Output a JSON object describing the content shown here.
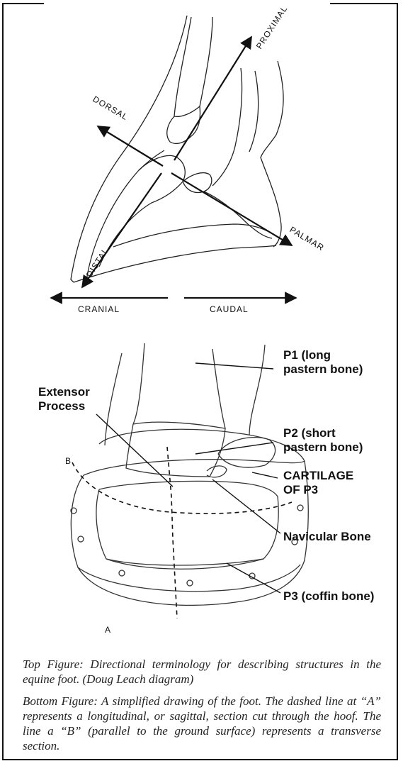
{
  "top_figure": {
    "labels": {
      "proximal": "PROXIMAL",
      "dorsal": "DORSAL",
      "palmar": "PALMAR",
      "distal": "DISTAL",
      "cranial": "CRANIAL",
      "caudal": "CAUDAL"
    }
  },
  "bottom_figure": {
    "labels": {
      "p1_line1": "P1 (long",
      "p1_line2": "pastern bone)",
      "extensor_line1": "Extensor",
      "extensor_line2": "Process",
      "p2_line1": "P2 (short",
      "p2_line2": "pastern bone)",
      "cartilage_line1": "CARTILAGE",
      "cartilage_line2": "OF P3",
      "navicular": "Navicular Bone",
      "p3": "P3 (coffin bone)",
      "section_a": "A",
      "section_b": "B"
    }
  },
  "captions": {
    "top": "Top Figure: Directional terminology for describing structures in the equine foot. (Doug Leach diagram)",
    "bottom": "Bottom Figure: A simplified drawing of the foot. The dashed line at “A” represents a longitudinal, or sagittal, section cut through the hoof. The line a “B” (parallel to the ground surface) represents a transverse section."
  },
  "colors": {
    "ink": "#111111",
    "caption_ink": "#222222",
    "background": "#ffffff"
  }
}
